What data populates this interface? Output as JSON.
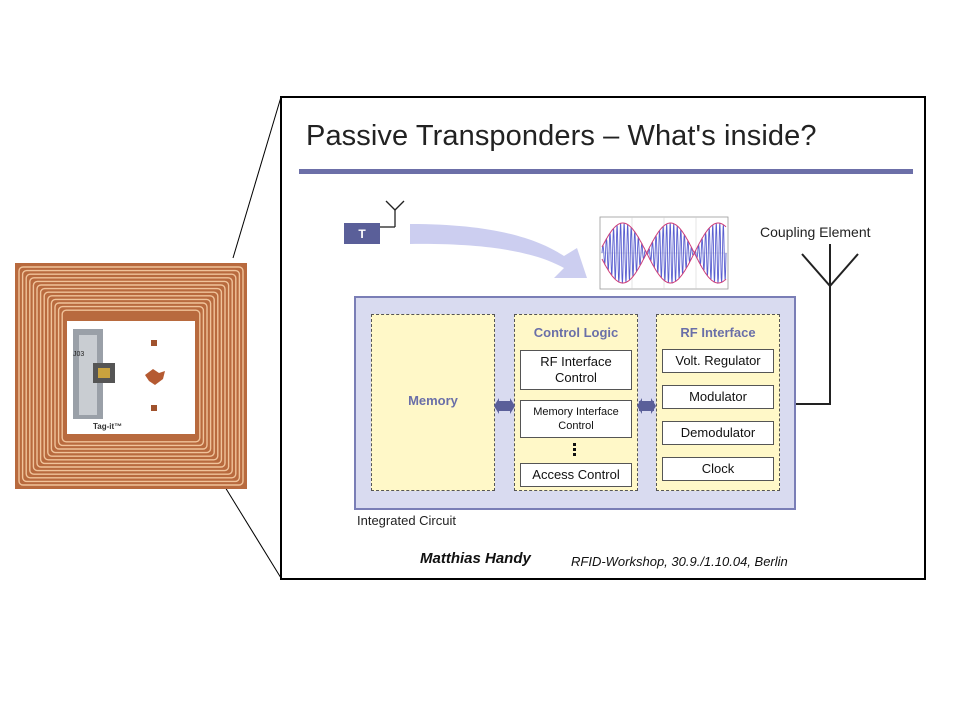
{
  "slide": {
    "title": "Passive Transponders – What's inside?",
    "reader_label": "T",
    "coupling_element_label": "Coupling Element",
    "ic_label": "Integrated Circuit",
    "author": "Matthias Handy",
    "event": "RFID-Workshop, 30.9./1.10.04,  Berlin"
  },
  "tag": {
    "chip_text": "Tag-it™",
    "chip_id": "J03"
  },
  "blocks": {
    "memory": {
      "title": "Memory"
    },
    "control_logic": {
      "title": "Control Logic",
      "items": [
        "RF Interface Control",
        "Memory Interface Control",
        "Access Control"
      ]
    },
    "rf_interface": {
      "title": "RF Interface",
      "items": [
        "Volt. Regulator",
        "Modulator",
        "Demodulator",
        "Clock"
      ]
    }
  },
  "colors": {
    "accent": "#6c6fa8",
    "ic_fill": "#d9dbf0",
    "block_fill": "#fff8c8",
    "copper": "#c8754a"
  }
}
